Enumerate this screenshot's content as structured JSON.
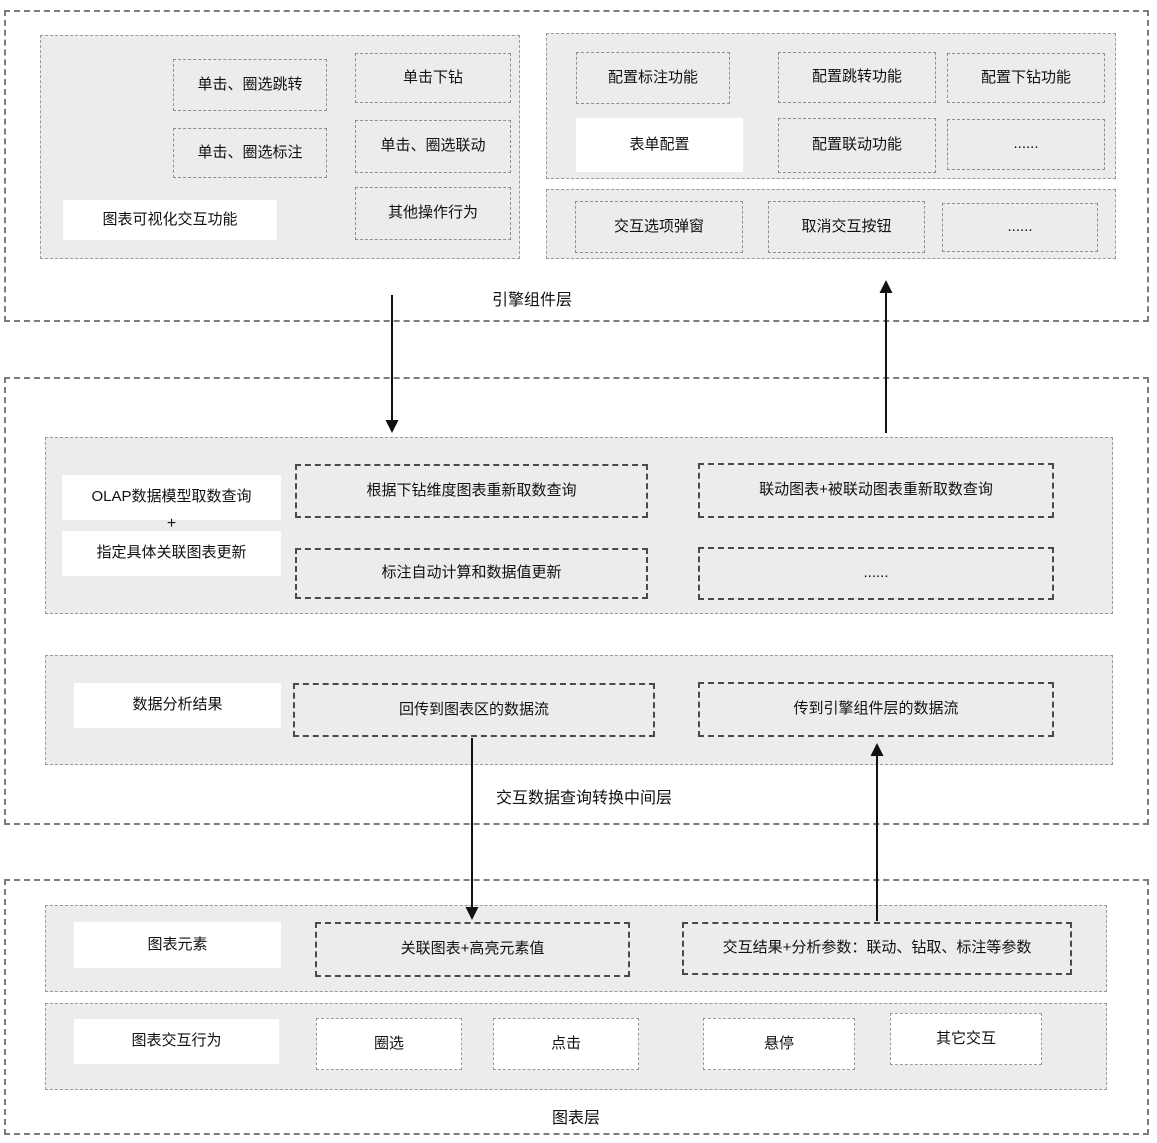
{
  "layers": {
    "engine": {
      "label": "引擎组件层",
      "visual_panel": {
        "title": "图表可视化交互功能",
        "items": [
          "单击、圈选跳转",
          "单击下钻",
          "单击、圈选标注",
          "单击、圈选联动",
          "其他操作行为"
        ]
      },
      "form_panel": {
        "title": "表单配置",
        "items": [
          "配置标注功能",
          "配置跳转功能",
          "配置下钻功能",
          "配置联动功能",
          "......"
        ]
      },
      "widget_panel": {
        "items": [
          "交互选项弹窗",
          "取消交互按钮",
          "......"
        ]
      }
    },
    "middle": {
      "label": "交互数据查询转换中间层",
      "query_panel": {
        "title_line1": "OLAP数据模型取数查询",
        "title_plus": "+",
        "title_line2": "指定具体关联图表更新",
        "items": [
          "根据下钻维度图表重新取数查询",
          "标注自动计算和数据值更新",
          "联动图表+被联动图表重新取数查询",
          "......"
        ]
      },
      "result_panel": {
        "title": "数据分析结果",
        "items": [
          "回传到图表区的数据流",
          "传到引擎组件层的数据流"
        ]
      }
    },
    "chart": {
      "label": "图表层",
      "element_panel": {
        "title": "图表元素",
        "items": [
          "关联图表+高亮元素值",
          "交互结果+分析参数：联动、钻取、标注等参数"
        ]
      },
      "behavior_panel": {
        "title": "图表交互行为",
        "items": [
          "圈选",
          "点击",
          "悬停",
          "其它交互"
        ]
      }
    }
  },
  "colors": {
    "panel_fill": "#ececec",
    "thin_border": "#9a9a9a",
    "thick_border": "#4a4a4a",
    "outer_border": "#7d7d7d",
    "arrow": "#111111",
    "text": "#111111"
  }
}
